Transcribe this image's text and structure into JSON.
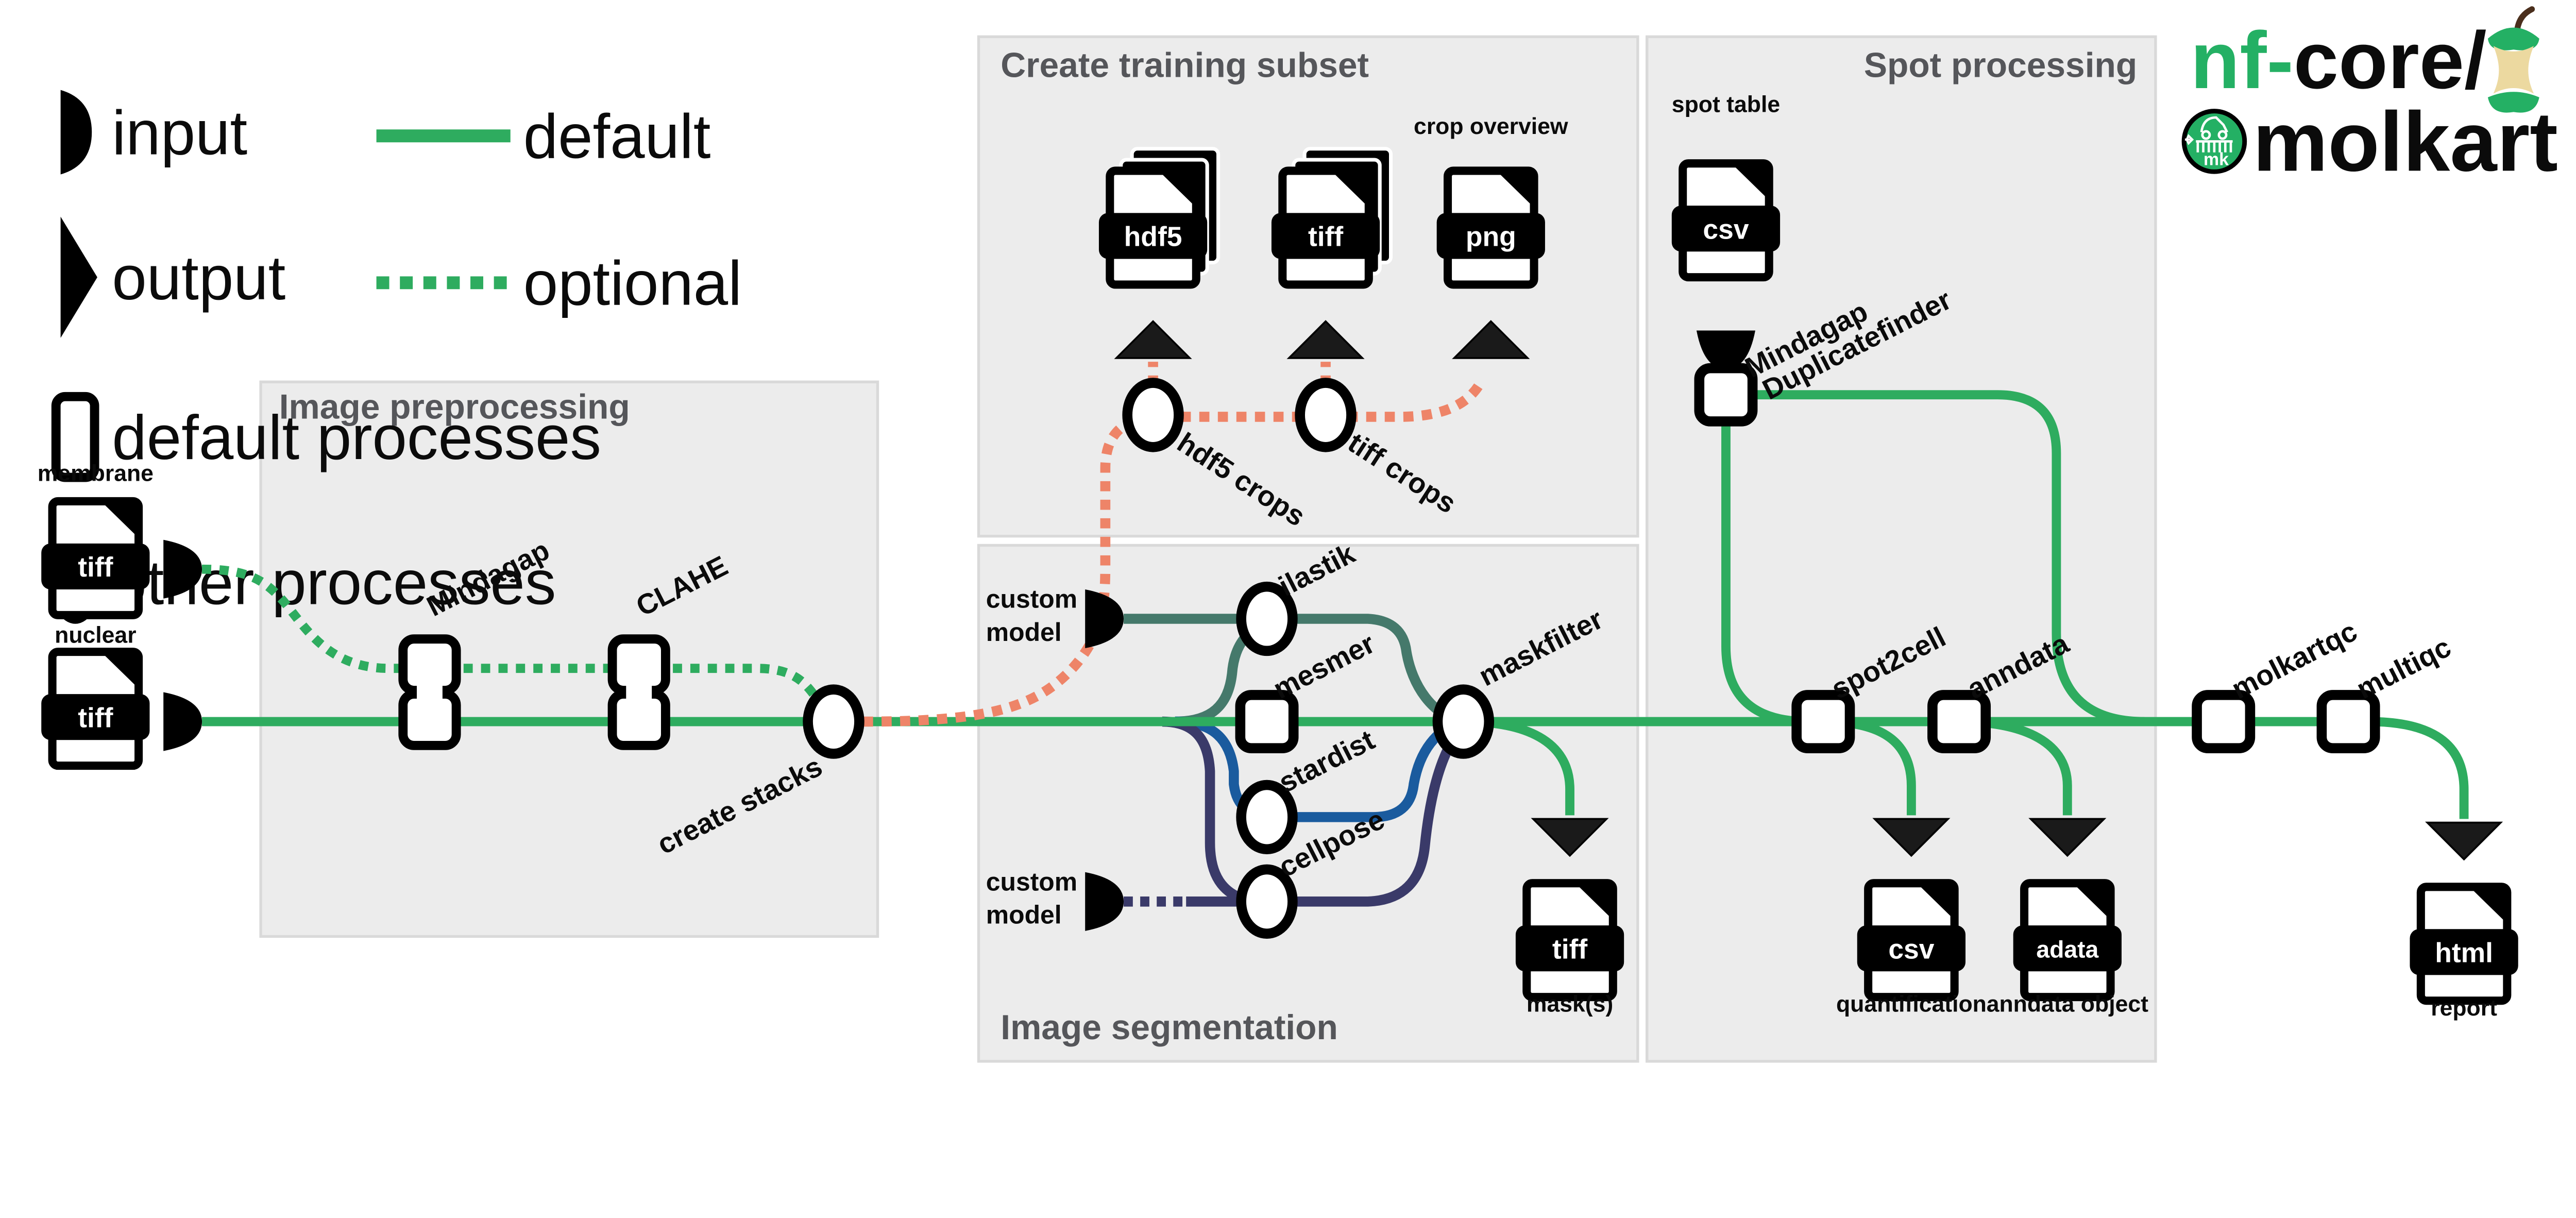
{
  "colors": {
    "green": "#2eac5f",
    "salmon": "#ee8468",
    "teal": "#45796b",
    "blue": "#1a5b9e",
    "navy": "#3a3a69",
    "nfgreen": "#24b064",
    "boxfill": "#ececec",
    "boxborder": "#d9d9d9",
    "titlegray": "#55565a",
    "ink": "#0b0b0b",
    "cream": "#ecd9a0",
    "stem": "#4a2e1c"
  },
  "legend": {
    "input": "input",
    "output": "output",
    "default_processes": "default processes",
    "other_processes": "other processes",
    "default_line": "default",
    "optional_line": "optional"
  },
  "logo": {
    "green_part": "nf-",
    "dark_part": "core/",
    "name": "molkart",
    "badge": "mk"
  },
  "boxes": {
    "preprocessing": "Image preprocessing",
    "training": "Create training subset",
    "segmentation": "Image segmentation",
    "spot": "Spot processing"
  },
  "inputs": {
    "membrane": {
      "label": "membrane",
      "format": "tiff"
    },
    "nuclear": {
      "label": "nuclear",
      "format": "tiff"
    },
    "spot_table": {
      "label": "spot table",
      "format": "csv"
    },
    "custom_model_ilastik": {
      "line1": "custom",
      "line2": "model"
    },
    "custom_model_cellpose": {
      "line1": "custom",
      "line2": "model"
    }
  },
  "processes": {
    "mindagap": "Mindagap",
    "clahe": "CLAHE",
    "create_stacks": "create stacks",
    "hdf5_crops": "hdf5 crops",
    "tiff_crops": "tiff crops",
    "duplicatefinder": {
      "line1": "Mindagap",
      "line2": "Duplicatefinder"
    },
    "ilastik": "ilastik",
    "mesmer": "mesmer",
    "stardist": "stardist",
    "cellpose": "cellpose",
    "maskfilter": "maskfilter",
    "spot2cell": "spot2cell",
    "anndata": "anndata",
    "molkartqc": "molkartqc",
    "multiqc": "multiqc"
  },
  "outputs": {
    "hdf5_crops_file": {
      "format": "hdf5"
    },
    "tiff_crops_file": {
      "format": "tiff"
    },
    "crop_overview": {
      "label": "crop overview",
      "format": "png"
    },
    "masks": {
      "label": "mask(s)",
      "format": "tiff"
    },
    "quantification": {
      "label": "quantification",
      "format": "csv"
    },
    "anndata_object": {
      "label": "anndata object",
      "format": "adata"
    },
    "report": {
      "label": "report",
      "format": "html"
    }
  }
}
